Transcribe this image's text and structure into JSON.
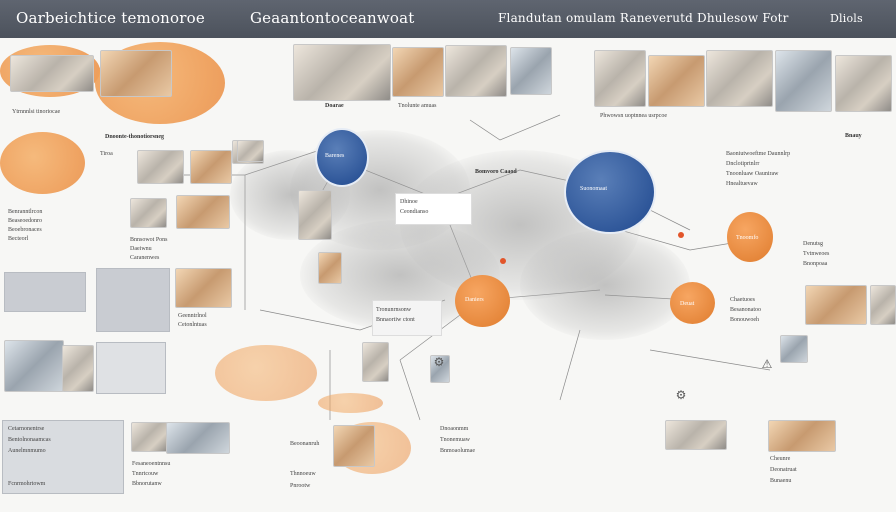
{
  "header": {
    "title_left": "Oarbeichtice temonoroe",
    "title_center": "Geaantontoceanwoat",
    "title_right": "Flandutan omulam Raneverutd Dhulesow Fotr",
    "corner": "Dliols"
  },
  "sections": {
    "top_left_caption": "Ytrnnnlsi tinoriocae",
    "top_mid_caption": "Doarae",
    "top_mid_caption2": "Tnolunte amuas",
    "top_right_caption": "Phwowsn uoptnnea usrpcoe",
    "left_heading": "Dnoonte-thonotiorsneg",
    "left_sub": "Tiroa",
    "right_heading": "Bnauy"
  },
  "nodes": {
    "blue_1": "Barenes",
    "blue_2": "Suonomaat",
    "orange_1": "Daniers",
    "orange_2": "Tnoomfo",
    "orange_3": "Deuat",
    "mid_label": "Bomvoro Caaod"
  },
  "text_blocks": {
    "left_a": [
      "Benranntlrcon",
      "Beaseoedonro",
      "Beoebronaces",
      "Becteorl"
    ],
    "left_b": [
      "Bnnsowot Pons",
      "Daeiwnu",
      "Caranenwes"
    ],
    "left_c": [
      "Geenntrlnol",
      "Cetonlntuas"
    ],
    "mid_a": [
      "Dhinoe",
      "Ceondianso"
    ],
    "mid_b": [
      "Tronunrnsonw",
      "Bnnaortiw ctont"
    ],
    "right_a": [
      "Baoniutwoeftme Daunnlrp",
      "Dnclotiprtnlrr",
      "Tnoonluaw Oauniraw",
      "Hnealtuevaw"
    ],
    "right_b": [
      "Denutsg",
      "Tvtnweoes",
      "Bnonpoaa"
    ],
    "right_c": [
      "Chaetuoes",
      "Besanonatoo",
      "Bonouwoeh"
    ],
    "bottom_a": [
      "Cetarnonentrse",
      "Bentolnonaamcas",
      "Aunelmnmumo",
      "Fcnrmohrtowm"
    ],
    "bottom_b": [
      "Fesaneoentnnsu",
      "Tnnrtcouw",
      "Bbnorutanw"
    ],
    "bottom_c": [
      "Beoonanruh",
      "Thnnoeuw",
      "Pnrootw"
    ],
    "bottom_d": [
      "Dnoaonmm",
      "Tnonemuaw",
      "Bnmoaolumae"
    ],
    "bottom_e": [
      "Cheunre",
      "Deonatruat",
      "Bunaenu"
    ]
  },
  "colors": {
    "header_bg": "#555b65",
    "accent_orange": "#ee9a52",
    "accent_blue": "#2d5598",
    "connector": "#888888"
  }
}
